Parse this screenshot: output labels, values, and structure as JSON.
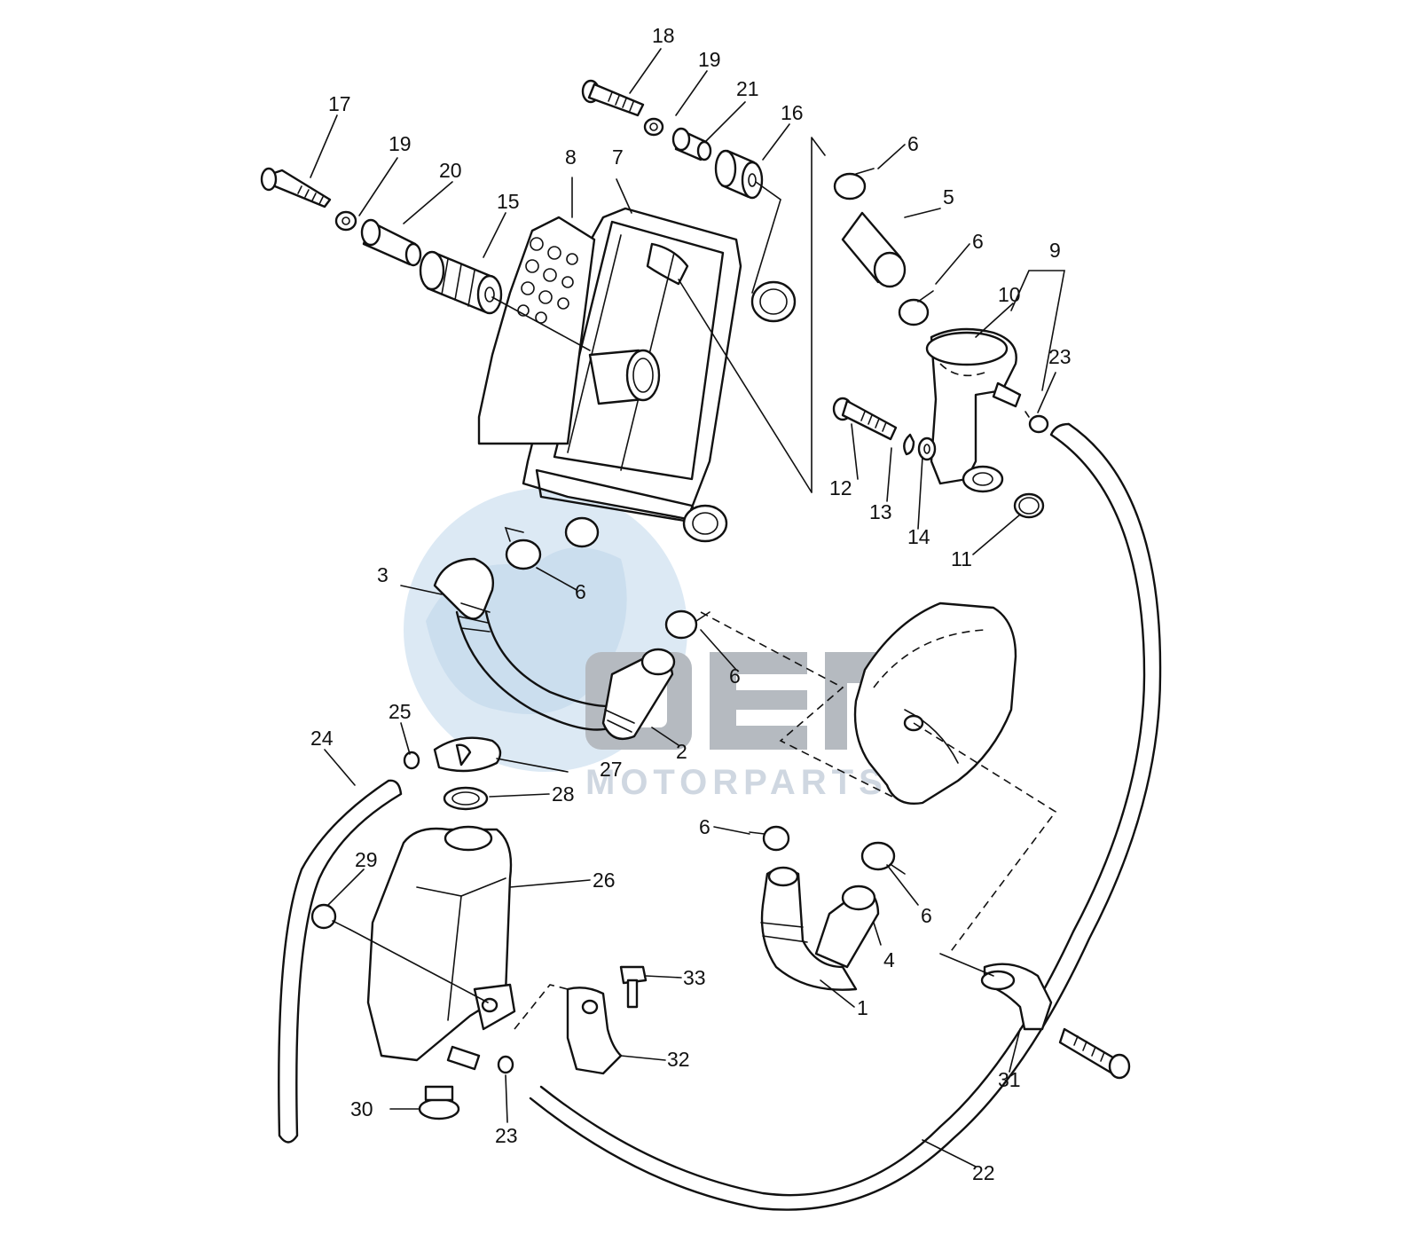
{
  "watermark": {
    "logo_text": "oem",
    "sub_text": "MOTORPARTS",
    "globe_color": "#c9def0",
    "letters_color": "#a4aab1"
  },
  "labels": [
    "1",
    "2",
    "3",
    "4",
    "5",
    "6",
    "7",
    "8",
    "9",
    "10",
    "11",
    "12",
    "13",
    "14",
    "15",
    "16",
    "17",
    "18",
    "19",
    "20",
    "21",
    "22",
    "23",
    "24",
    "25",
    "26",
    "27",
    "28",
    "29",
    "30",
    "31",
    "32",
    "33"
  ]
}
